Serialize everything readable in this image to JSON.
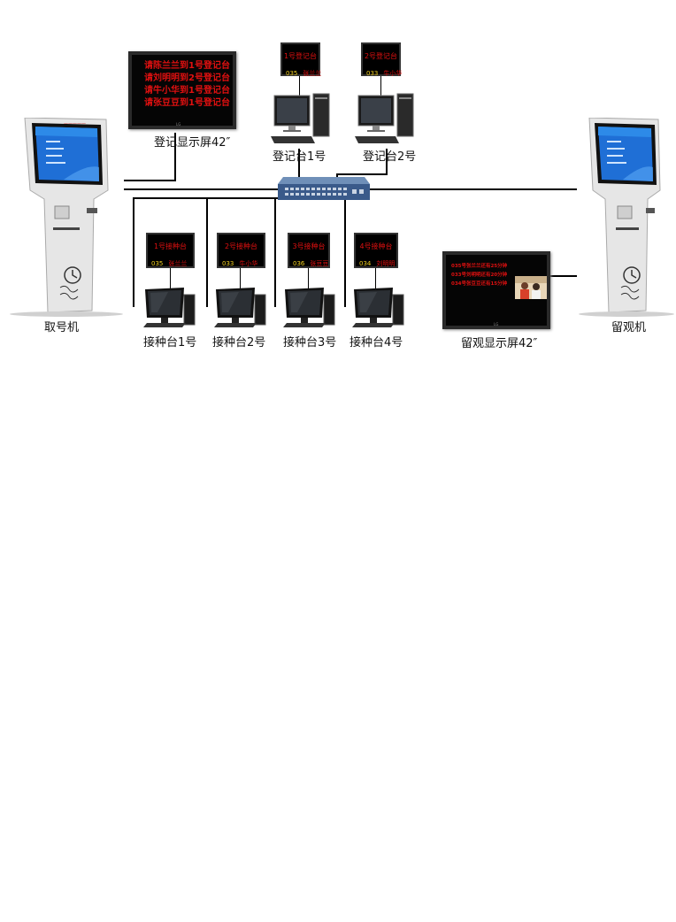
{
  "registration_screen": {
    "lines": [
      "请陈兰兰到1号登记台",
      "请刘明明到2号登记台",
      "请牛小华到1号登记台",
      "请张豆豆到1号登记台"
    ],
    "brand": "LG",
    "label": "登记显示屏42″"
  },
  "registration_desks": [
    {
      "led_title": "1号登记台",
      "number": "035",
      "name": "张兰兰",
      "label": "登记台1号"
    },
    {
      "led_title": "2号登记台",
      "number": "033",
      "name": "牛小华",
      "label": "登记台2号"
    }
  ],
  "vaccination_desks": [
    {
      "led_title": "1号接种台",
      "number": "035",
      "name": "张兰兰",
      "label": "接种台1号"
    },
    {
      "led_title": "2号接种台",
      "number": "033",
      "name": "牛小华",
      "label": "接种台2号"
    },
    {
      "led_title": "3号接种台",
      "number": "036",
      "name": "张豆豆",
      "label": "接种台3号"
    },
    {
      "led_title": "4号接种台",
      "number": "034",
      "name": "刘明明",
      "label": "接种台4号"
    }
  ],
  "observation_screen": {
    "lines": [
      "035号张兰兰还有25分钟",
      "033号刘明明还有20分钟",
      "034号张豆豆还有15分钟"
    ],
    "brand": "LG",
    "label": "留观显示屏42″"
  },
  "ticket_kiosk": {
    "label": "取号机"
  },
  "observation_kiosk": {
    "label": "留观机"
  },
  "colors": {
    "led_red": "#e01010",
    "led_yellow": "#f2d020",
    "wire": "#000000",
    "switch": "#3a5a8a"
  }
}
